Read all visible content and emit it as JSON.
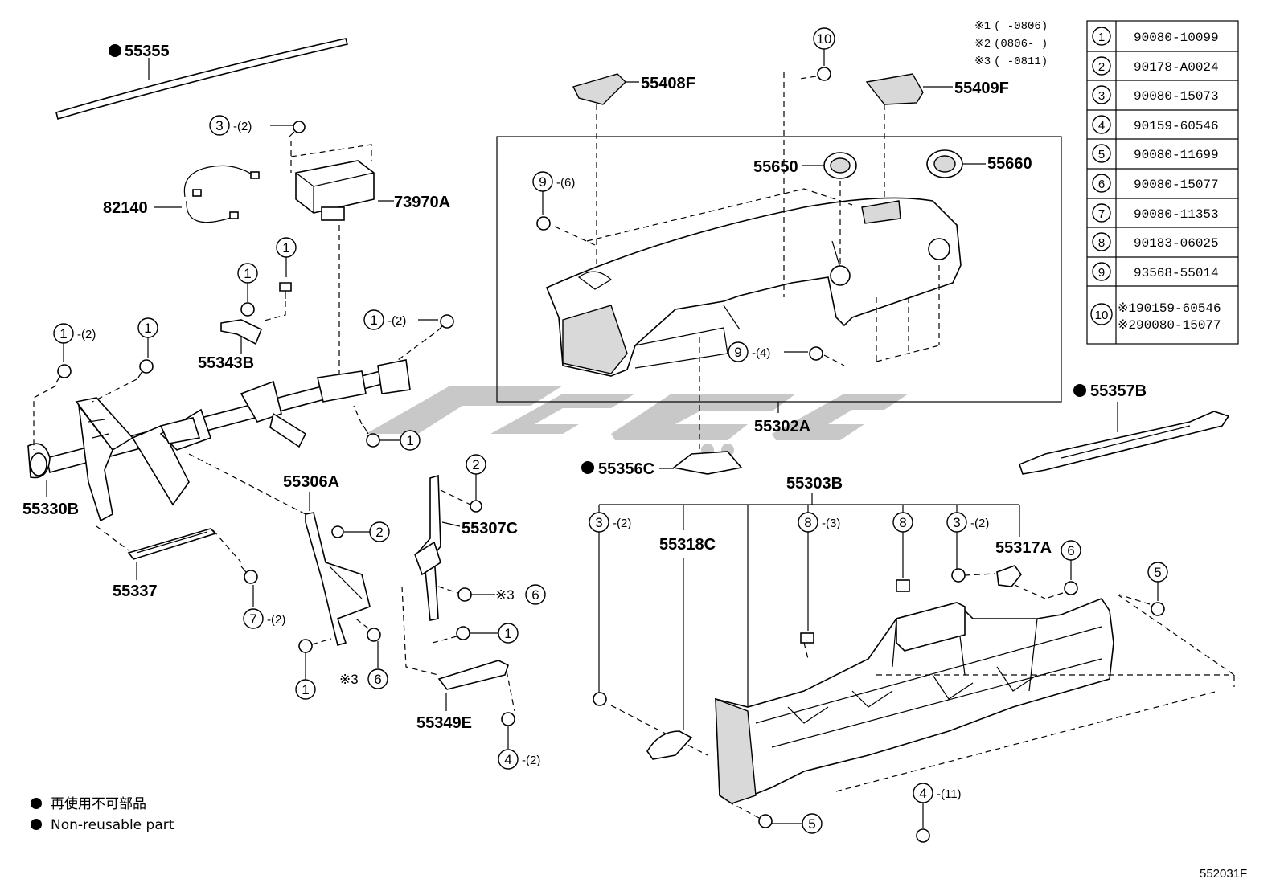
{
  "diagram_code": "552031F",
  "legend": {
    "jp": "再使用不可部品",
    "en": "Non-reusable part"
  },
  "notes": [
    {
      "mark": "※1",
      "range": "(    -0806)"
    },
    {
      "mark": "※2",
      "range": "(0806-    )"
    },
    {
      "mark": "※3",
      "range": "(    -0811)"
    }
  ],
  "fastener_table": [
    {
      "no": "1",
      "part": "90080-10099"
    },
    {
      "no": "2",
      "part": "90178-A0024"
    },
    {
      "no": "3",
      "part": "90080-15073"
    },
    {
      "no": "4",
      "part": "90159-60546"
    },
    {
      "no": "5",
      "part": "90080-11699"
    },
    {
      "no": "6",
      "part": "90080-15077"
    },
    {
      "no": "7",
      "part": "90080-11353"
    },
    {
      "no": "8",
      "part": "90183-06025"
    },
    {
      "no": "9",
      "part": "93568-55014"
    },
    {
      "no": "10",
      "part_a": "※190159-60546",
      "part_b": "※290080-15077"
    }
  ],
  "labels": {
    "p55355": "55355",
    "p82140": "82140",
    "p73970A": "73970A",
    "p55408F": "55408F",
    "p55409F": "55409F",
    "p55650": "55650",
    "p55660": "55660",
    "p55302A": "55302A",
    "p55357B": "55357B",
    "p55343B": "55343B",
    "p55330B": "55330B",
    "p55337": "55337",
    "p55306A": "55306A",
    "p55307C": "55307C",
    "p55349E": "55349E",
    "p55356C": "55356C",
    "p55303B": "55303B",
    "p55318C": "55318C",
    "p55317A": "55317A"
  },
  "callouts": {
    "c3_2_top": {
      "num": "3",
      "qty": "-(2)"
    },
    "c1_a": {
      "num": "1",
      "qty": ""
    },
    "c1_b": {
      "num": "1",
      "qty": ""
    },
    "c1_2_left": {
      "num": "1",
      "qty": "-(2)"
    },
    "c1_c": {
      "num": "1",
      "qty": ""
    },
    "c1_2_mid": {
      "num": "1",
      "qty": "-(2)"
    },
    "c1_d": {
      "num": "1",
      "qty": ""
    },
    "c9_6": {
      "num": "9",
      "qty": "-(6)"
    },
    "c10": {
      "num": "10",
      "qty": ""
    },
    "c9_4": {
      "num": "9",
      "qty": "-(4)"
    },
    "c2_a": {
      "num": "2",
      "qty": ""
    },
    "c2_b": {
      "num": "2",
      "qty": ""
    },
    "c6_a": {
      "num": "6",
      "qty": "",
      "mark": "※3"
    },
    "c1_e": {
      "num": "1",
      "qty": ""
    },
    "c1_f": {
      "num": "1",
      "qty": ""
    },
    "c6_b": {
      "num": "6",
      "qty": "",
      "mark": "※3"
    },
    "c7_2": {
      "num": "7",
      "qty": "-(2)"
    },
    "c4_2": {
      "num": "4",
      "qty": "-(2)"
    },
    "c3_2_a": {
      "num": "3",
      "qty": "-(2)"
    },
    "c8_3": {
      "num": "8",
      "qty": "-(3)"
    },
    "c8": {
      "num": "8",
      "qty": ""
    },
    "c3_2_b": {
      "num": "3",
      "qty": "-(2)"
    },
    "c6_c": {
      "num": "6",
      "qty": ""
    },
    "c5_a": {
      "num": "5",
      "qty": ""
    },
    "c4_11": {
      "num": "4",
      "qty": "-(11)"
    },
    "c5_b": {
      "num": "5",
      "qty": ""
    }
  },
  "non_reusable": [
    "55355",
    "55357B",
    "55356C"
  ]
}
